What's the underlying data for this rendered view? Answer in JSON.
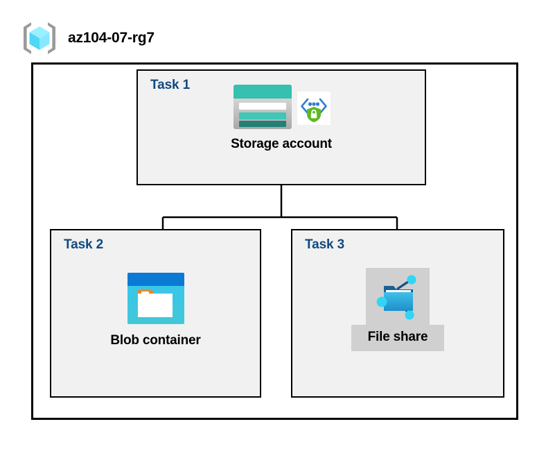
{
  "resource_group": {
    "name": "az104-07-rg7",
    "icon": "resource-group-cube-icon"
  },
  "tasks": [
    {
      "label": "Task 1",
      "node": {
        "caption": "Storage account",
        "icons": [
          "storage-account-icon",
          "private-endpoint-icon"
        ],
        "highlighted": false
      }
    },
    {
      "label": "Task 2",
      "node": {
        "caption": "Blob container",
        "icons": [
          "blob-container-icon"
        ],
        "highlighted": false
      }
    },
    {
      "label": "Task 3",
      "node": {
        "caption": "File share",
        "icons": [
          "file-share-icon"
        ],
        "highlighted": true
      }
    }
  ],
  "colors": {
    "task_label": "#11497e",
    "task_box_fill": "#f1f1f1",
    "boundary_stroke": "#000000",
    "storage_teal": "#37bfb0",
    "storage_teal_dark": "#218078",
    "blob_blue": "#0a7ad4",
    "blob_cyan": "#32c8e8",
    "blob_orange": "#f08422",
    "fileshare_blue": "#2aa8dd",
    "fileshare_node_cyan": "#32d5f5",
    "endpoint_green": "#5db922",
    "endpoint_blue": "#2f7fd0",
    "highlight_gray": "#d0d0d0",
    "cube_cyan": "#59e0fb",
    "bracket_gray": "#9a9a9a"
  },
  "connections": [
    {
      "from": "storage-account",
      "to": "blob-container"
    },
    {
      "from": "storage-account",
      "to": "file-share"
    }
  ]
}
